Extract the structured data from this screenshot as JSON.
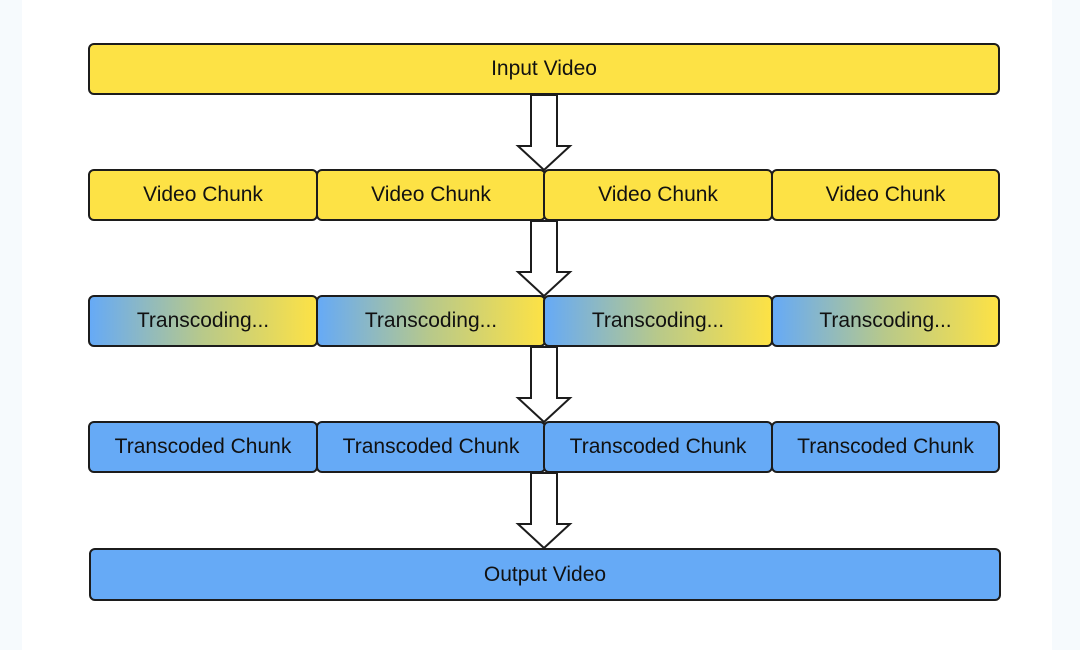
{
  "diagram": {
    "input_label": "Input Video",
    "chunks": [
      "Video Chunk",
      "Video Chunk",
      "Video Chunk",
      "Video Chunk"
    ],
    "transcoding": [
      "Transcoding...",
      "Transcoding...",
      "Transcoding...",
      "Transcoding..."
    ],
    "transcoded": [
      "Transcoded Chunk",
      "Transcoded Chunk",
      "Transcoded Chunk",
      "Transcoded Chunk"
    ],
    "output_label": "Output Video"
  },
  "colors": {
    "yellow": "#fde245",
    "blue": "#66aaf6",
    "border": "#1c1c1c"
  }
}
